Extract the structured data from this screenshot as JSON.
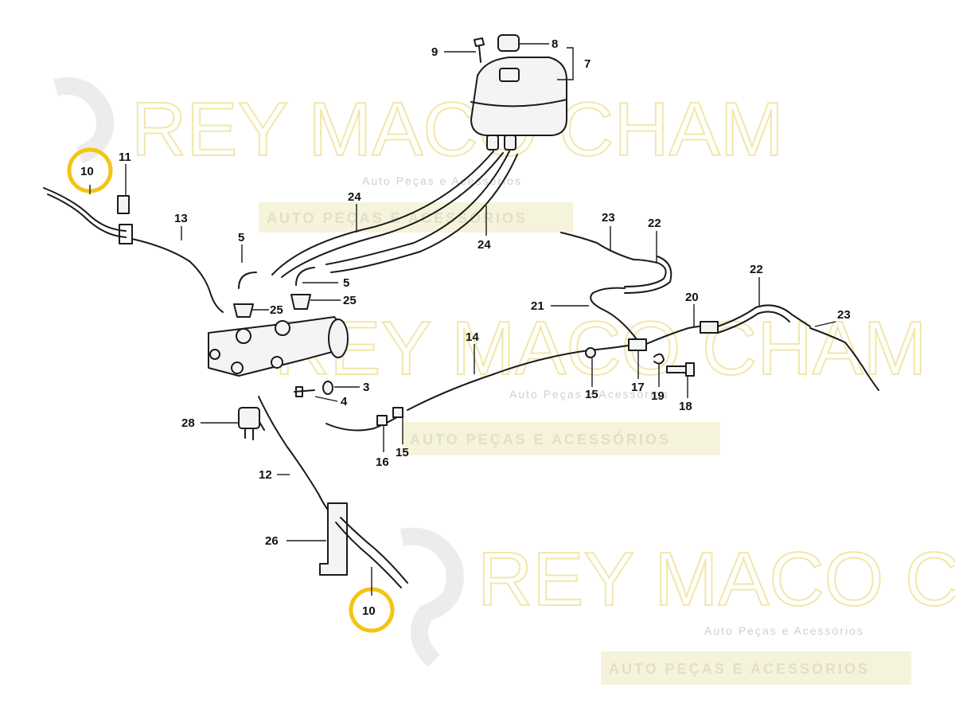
{
  "watermark": {
    "brand": "REY MACO CHAM",
    "tagline": "Auto Peças e Acessórios",
    "band": "AUTO PEÇAS E ACESSÓRIOS",
    "colors": {
      "text": "#f1e7a8",
      "band": "#f6f3dc"
    }
  },
  "diagram": {
    "highlight_color": "#f3c514",
    "highlighted_part": "10",
    "callouts": {
      "c3": "3",
      "c4": "4",
      "c5a": "5",
      "c5b": "5",
      "c7": "7",
      "c8": "8",
      "c9": "9",
      "c10a": "10",
      "c10b": "10",
      "c11": "11",
      "c12": "12",
      "c13": "13",
      "c14": "14",
      "c15a": "15",
      "c15b": "15",
      "c16": "16",
      "c17": "17",
      "c18": "18",
      "c19": "19",
      "c20": "20",
      "c21": "21",
      "c22a": "22",
      "c22b": "22",
      "c23a": "23",
      "c23b": "23",
      "c24a": "24",
      "c24b": "24",
      "c25a": "25",
      "c25b": "25",
      "c26": "26",
      "c28": "28"
    }
  }
}
